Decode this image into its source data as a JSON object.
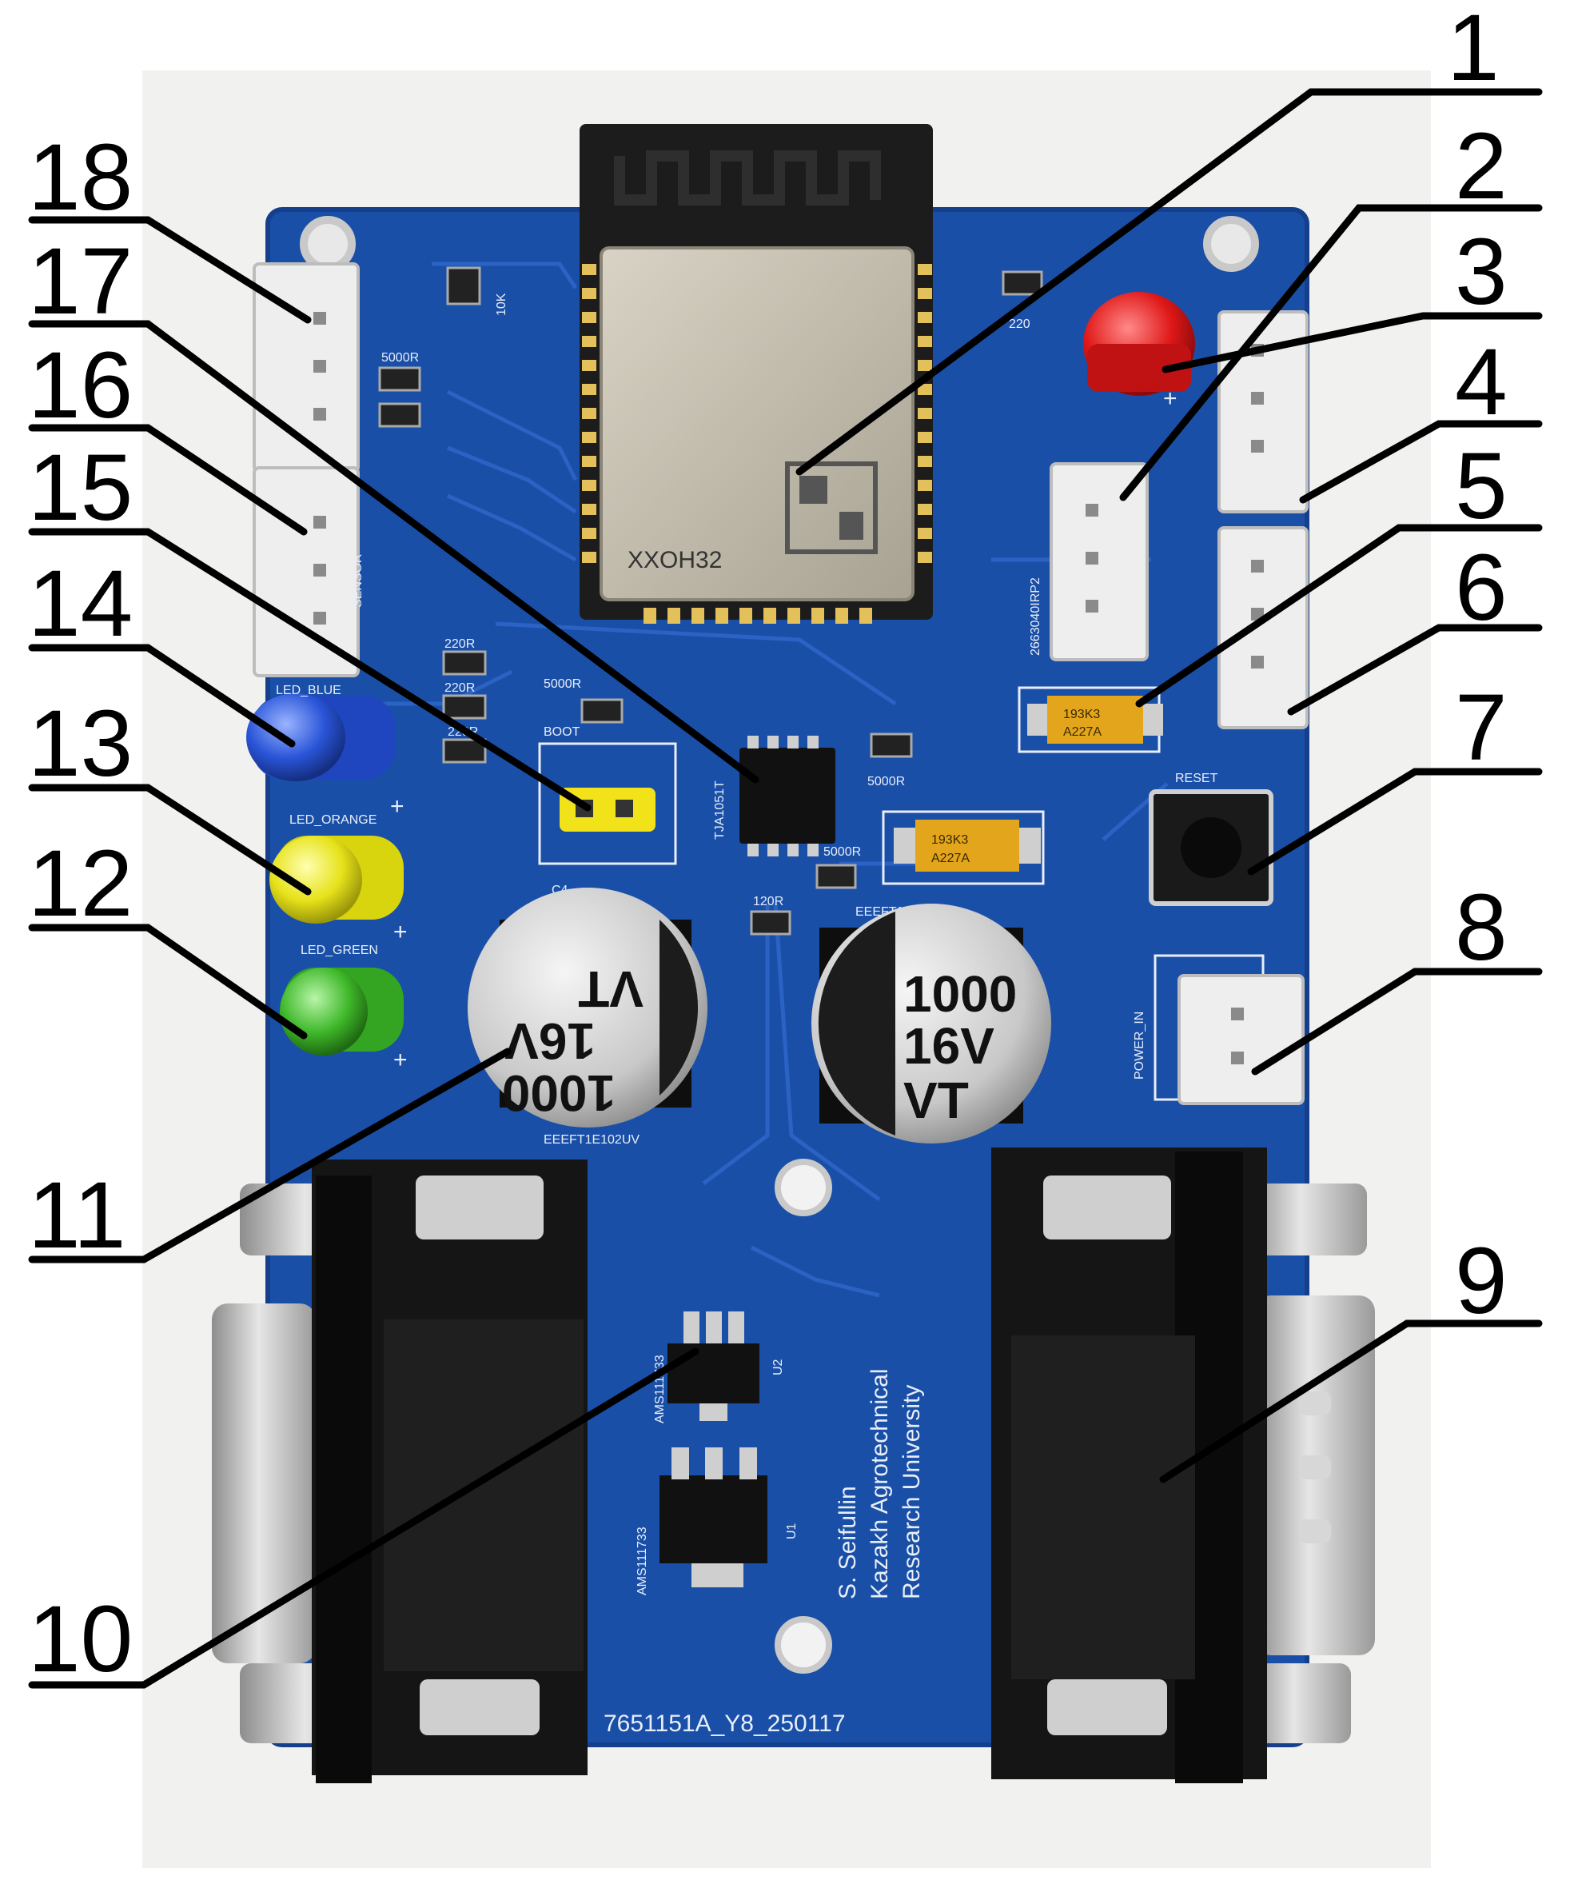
{
  "callouts": [
    "1",
    "2",
    "3",
    "4",
    "5",
    "6",
    "7",
    "8",
    "9",
    "10",
    "11",
    "12",
    "13",
    "14",
    "15",
    "16",
    "17",
    "18"
  ],
  "silkscreen": {
    "boot": "BOOT",
    "reset": "RESET",
    "power_in": "POWER_IN",
    "sensors": "SENSOR",
    "led_blue": "LED_BLUE",
    "led_orange": "LED_ORANGE",
    "led_green": "LED_GREEN",
    "c4": "C4",
    "r_5000_a": "5000R",
    "r_5000_b": "5000R",
    "r_5000_c": "5000R",
    "r_5000_d": "5000R",
    "r_220_a": "220R",
    "r_220_b": "220R",
    "r_220_c": "220R",
    "r_220_d": "220",
    "r_120": "120R",
    "r_10k": "10K",
    "ic_tja": "TJA1051T",
    "rp2": "2663040IRP2",
    "cap_code": "EEEFT1E102UV",
    "cap_code2": "EEEFT1E102UV",
    "reg_u1": "AMS111733",
    "reg_u2": "AMS111733",
    "u1": "U1",
    "u2": "U2",
    "university_1": "S. Seifullin",
    "university_2": "Kazakh Agrotechnical",
    "university_3": "Research University",
    "board_id": "7651151A_Y8_250117",
    "module_name": "XXOH32",
    "tant_1": "A227A",
    "tant_1b": "193K3",
    "tant_2": "A227A",
    "tant_2b": "193K3",
    "plus": "+"
  },
  "capacitors": {
    "left": {
      "l1": "1000",
      "l2": "16V",
      "l3": "VT"
    },
    "right": {
      "l1": "1000",
      "l2": "16V",
      "l3": "VT"
    }
  },
  "colors": {
    "pcb": "#1a4fa8",
    "pcb_edge": "#153f8a",
    "silk": "#e8eef8",
    "led_red": "#e01818",
    "led_blue": "#2a55d8",
    "led_yellow": "#e6e21a",
    "led_green": "#3fb82a",
    "tantalum": "#e3a51c",
    "connector": "#eeeeee",
    "dsub_body": "#151515",
    "metal": "#cfcfcf"
  }
}
